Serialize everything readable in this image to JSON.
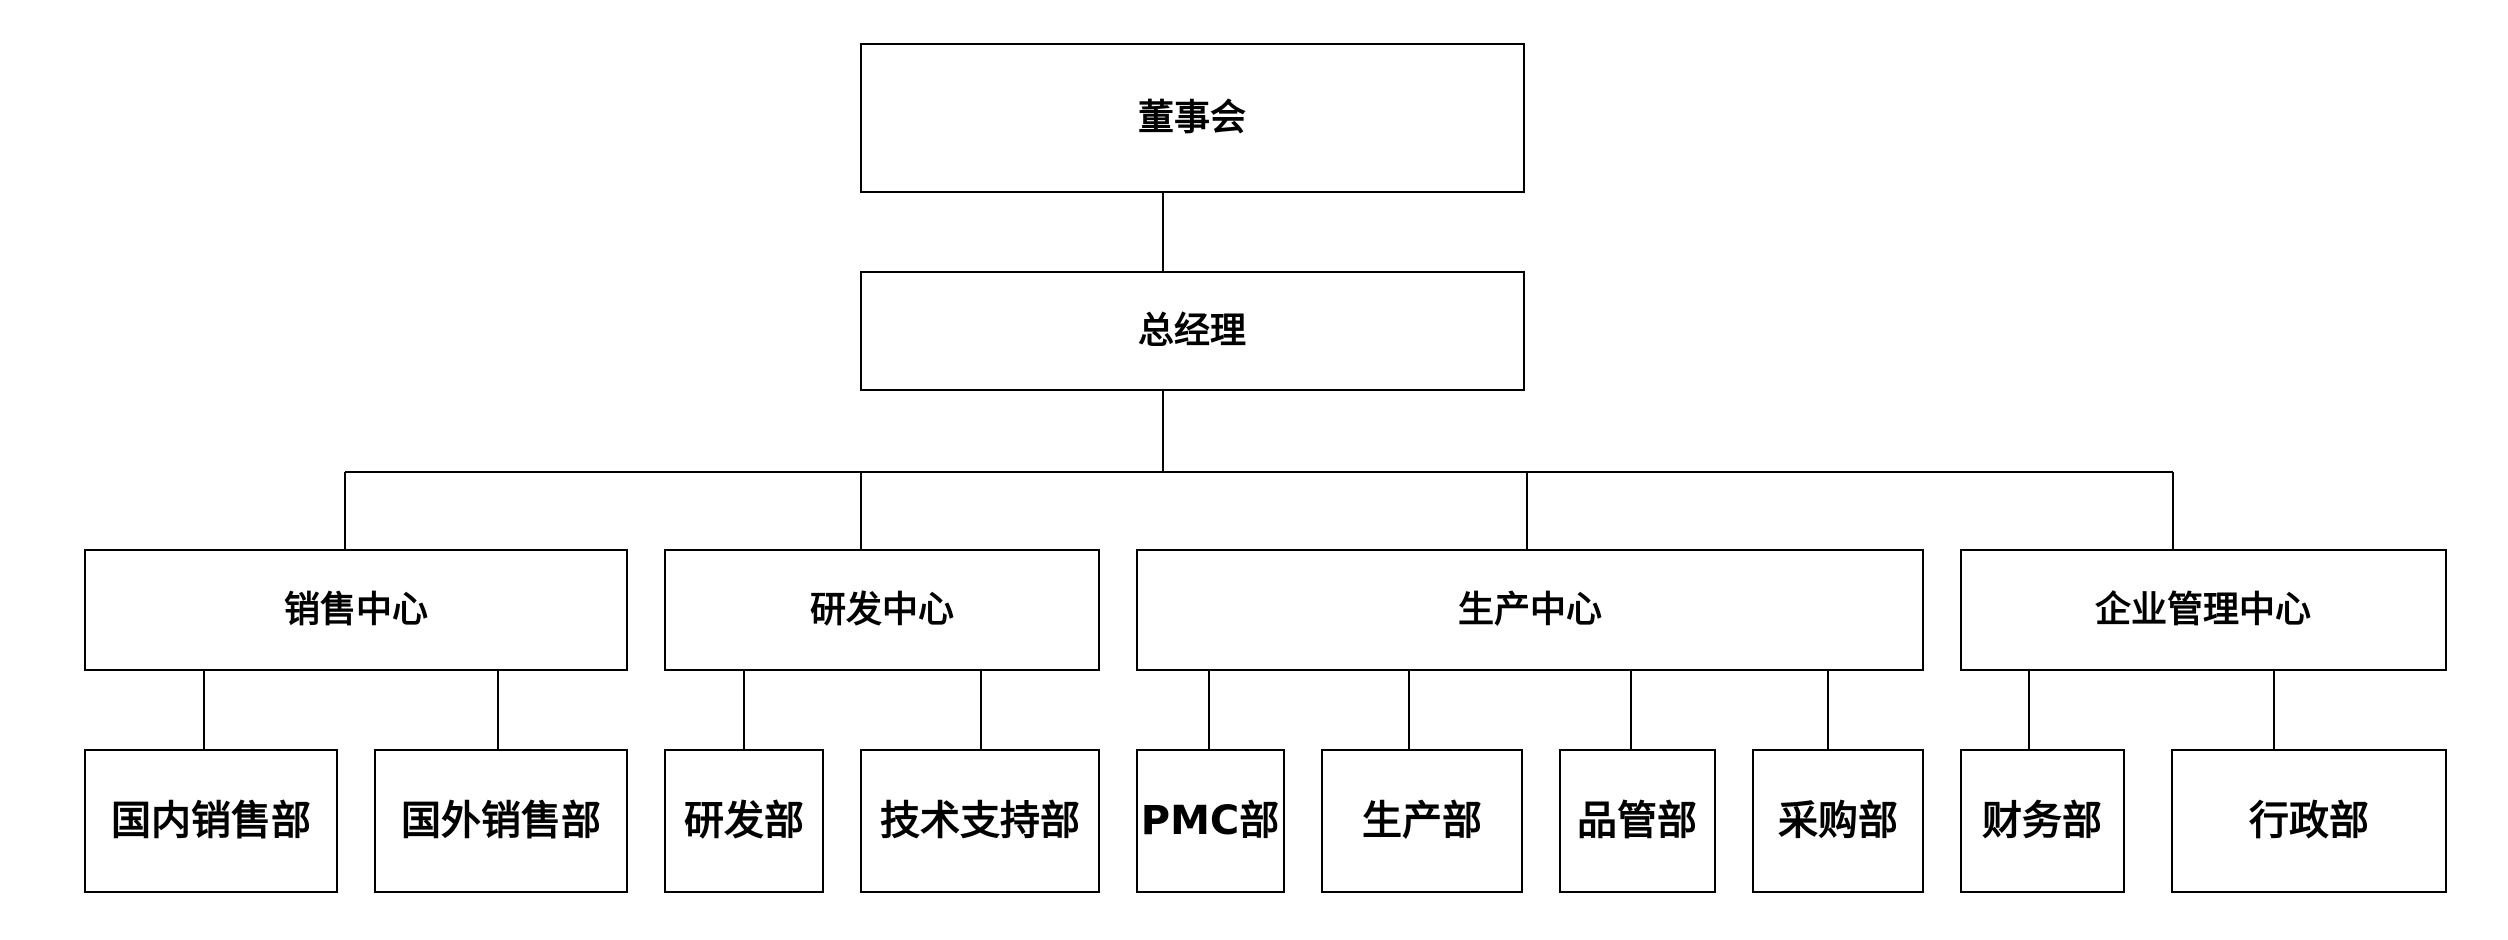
{
  "board": {
    "label": "董事会"
  },
  "general_manager": {
    "label": "总经理"
  },
  "centers": [
    {
      "label": "销售中心",
      "departments": [
        {
          "label": "国内销售部"
        },
        {
          "label": "国外销售部"
        }
      ]
    },
    {
      "label": "研发中心",
      "departments": [
        {
          "label": "研发部"
        },
        {
          "label": "技术支持部"
        }
      ]
    },
    {
      "label": "生产中心",
      "departments": [
        {
          "label": "PMC部"
        },
        {
          "label": "生产部"
        },
        {
          "label": "品管部"
        },
        {
          "label": "采购部"
        }
      ]
    },
    {
      "label": "企业管理中心",
      "departments": [
        {
          "label": "财务部"
        },
        {
          "label": "行政部"
        }
      ]
    }
  ],
  "colors": {
    "line": "#000000",
    "box_fill": "#ffffff",
    "text": "#000000"
  }
}
